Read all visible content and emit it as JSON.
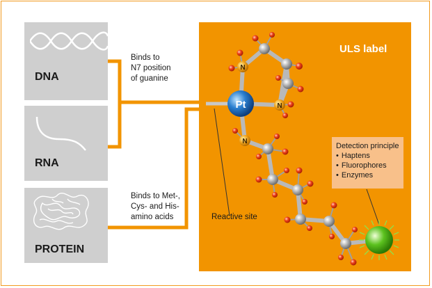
{
  "boxes": {
    "dna": "DNA",
    "rna": "RNA",
    "protein": "PROTEIN"
  },
  "bind_nucleic": [
    "Binds to",
    "N7 position",
    "of guanine"
  ],
  "bind_protein": [
    "Binds to Met-,",
    "Cys- and His-",
    "amino acids"
  ],
  "panel": {
    "title": "ULS label",
    "reactive_site": "Reactive site",
    "pt": "Pt",
    "n": "N"
  },
  "detection": {
    "title": "Detection principle",
    "items": [
      "Haptens",
      "Fluorophores",
      "Enzymes"
    ]
  },
  "colors": {
    "orange": "#f29400",
    "gray": "#cfcfcf",
    "pt_blue": "#2a7fd0",
    "atom_red": "#e83a1a",
    "atom_gray": "#a9a9a9",
    "label_green": "#5cc21f"
  }
}
